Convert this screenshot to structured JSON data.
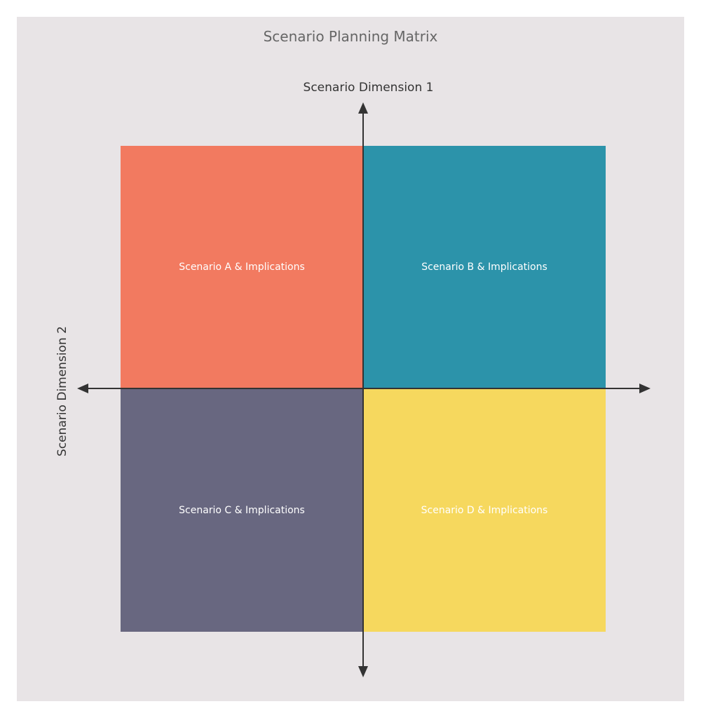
{
  "title": "Scenario Planning Matrix",
  "axes": {
    "vertical_label": "Scenario Dimension 1",
    "horizontal_label": "Scenario Dimension 2"
  },
  "quadrants": [
    {
      "id": "a",
      "label": "Scenario A & Implications",
      "color": "#f27a60"
    },
    {
      "id": "b",
      "label": "Scenario B & Implications",
      "color": "#2c93aa"
    },
    {
      "id": "c",
      "label": "Scenario C & Implications",
      "color": "#686780"
    },
    {
      "id": "d",
      "label": "Scenario D & Implications",
      "color": "#f6d85e"
    }
  ],
  "colors": {
    "background": "#e8e4e6",
    "axis": "#333333"
  }
}
